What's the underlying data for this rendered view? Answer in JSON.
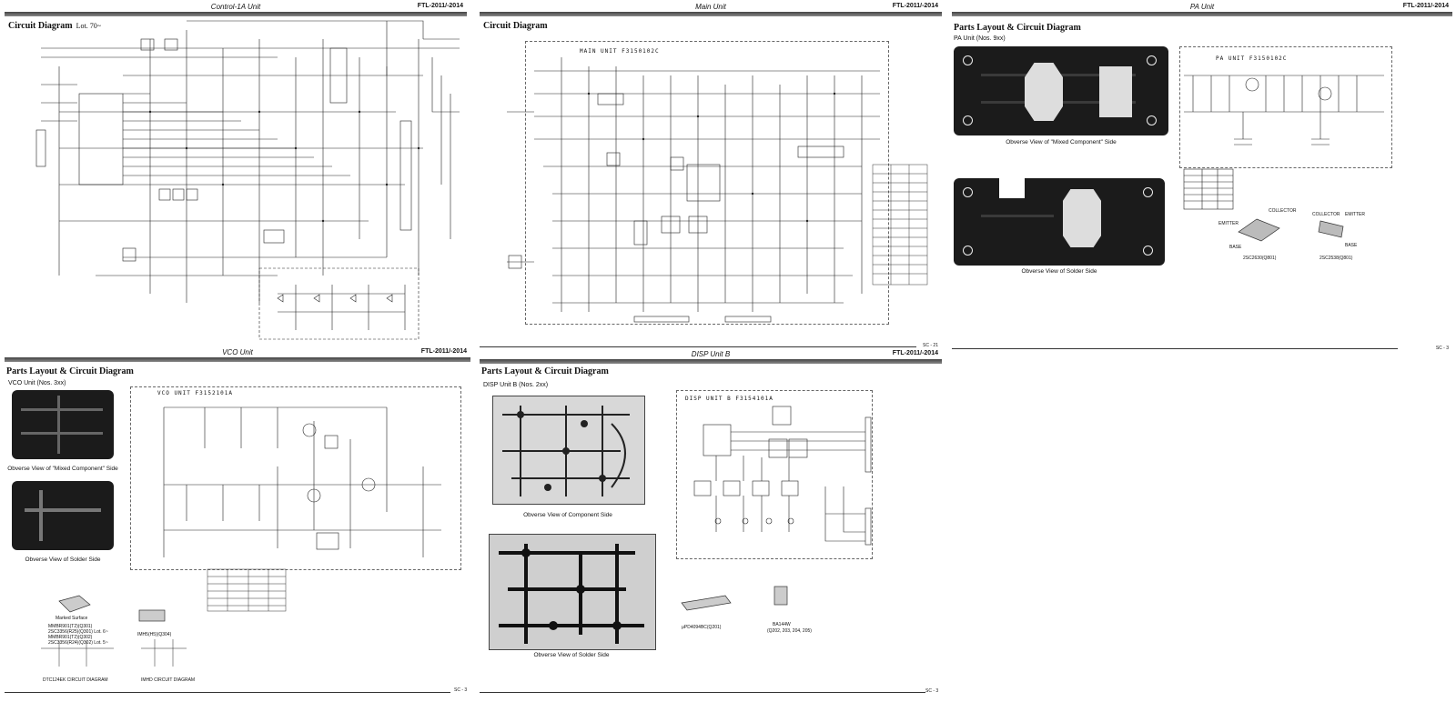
{
  "page": {
    "ref_bottom": "SC - 3"
  },
  "panels": {
    "control": {
      "unit": "Control-1A Unit",
      "model": "FTL-2011/-2014",
      "title": "Circuit Diagram",
      "lot": "Lot. 70~"
    },
    "main": {
      "unit": "Main Unit",
      "model": "FTL-2011/-2014",
      "title": "Circuit Diagram",
      "board": "MAIN UNIT F3150102C",
      "page_no": "SC - 21"
    },
    "pa": {
      "unit": "PA Unit",
      "model": "FTL-2011/-2014",
      "title": "Parts Layout & Circuit Diagram",
      "subtitle": "PA Unit (Nos. 9xx)",
      "cap_component": "Obverse View of \"Mixed Component\" Side",
      "cap_solder": "Obverse View of Solder Side",
      "board": "PA UNIT F3150102C",
      "transistor1": "2SC2630(Q801)",
      "transistor2": "2SC2538(Q801)",
      "lbl_collector": "COLLECTOR",
      "lbl_emitter": "EMITTER",
      "lbl_base": "BASE",
      "page_no": "SC - 3"
    },
    "vco": {
      "unit": "VCO Unit",
      "model": "FTL-2011/-2014",
      "title": "Parts Layout & Circuit Diagram",
      "subtitle": "VCO Unit (Nos. 3xx)",
      "cap_component": "Obverse View of \"Mixed Component\" Side",
      "cap_solder": "Obverse View of Solder Side",
      "board": "VCO UNIT F3152101A",
      "dtc_caption": "DTC124EK CIRCUIT DIAGRAM",
      "imhd_caption": "IMHD CIRCUIT DIAGRAM",
      "marked": "Marked Surface",
      "part_line1": "MMBR901(T2)(Q301)",
      "part_line2": "2SC3356(R25)(Q301) Lot. 6~",
      "part_line3": "MMBR901(T2)(Q302)",
      "part_line4": "2SC3356(R24)(Q302) Lot. 5~",
      "imhd_part": "IMH5(H5)(Q304)",
      "page_no": "SC - 3"
    },
    "disp": {
      "unit": "DISP Unit B",
      "model": "FTL-2011/-2014",
      "title": "Parts Layout & Circuit Diagram",
      "subtitle": "DISP Unit B (Nos. 2xx)",
      "cap_component": "Obverse View of Component Side",
      "cap_solder": "Obverse View of Solder Side",
      "board": "DISP UNIT B F3154101A",
      "ic_part": "μPD4094BC(Q201)",
      "diode_part": "BA144W",
      "diode_refs": "(Q202, 203, 204, 205)",
      "page_no": "SC - 3"
    }
  }
}
